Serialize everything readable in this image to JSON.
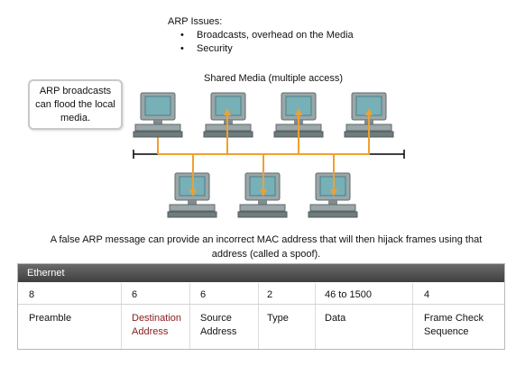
{
  "issues": {
    "title": "ARP Issues:",
    "bullets": [
      "Broadcasts, overhead on the Media",
      "Security"
    ]
  },
  "callout": "ARP broadcasts can flood the local media.",
  "shared_media_label": "Shared Media (multiple access)",
  "caption": "A false ARP message can  provide an incorrect MAC address that will then hijack frames using that address (called a spoof).",
  "frame": {
    "title": "Ethernet",
    "fields": [
      {
        "size": "8",
        "name": "Preamble"
      },
      {
        "size": "6",
        "name": "Destination Address"
      },
      {
        "size": "6",
        "name": "Source Address"
      },
      {
        "size": "2",
        "name": "Type"
      },
      {
        "size": "46 to 1500",
        "name": "Data"
      },
      {
        "size": "4",
        "name": "Frame Check Sequence"
      }
    ]
  },
  "colors": {
    "arrow": "#f0a030",
    "highlight_field": "#8b1a1a",
    "computer": "#9aa6a8",
    "screen": "#78b0b8"
  },
  "icons": [
    "computer-icon",
    "arrow-icon",
    "network-bus"
  ]
}
